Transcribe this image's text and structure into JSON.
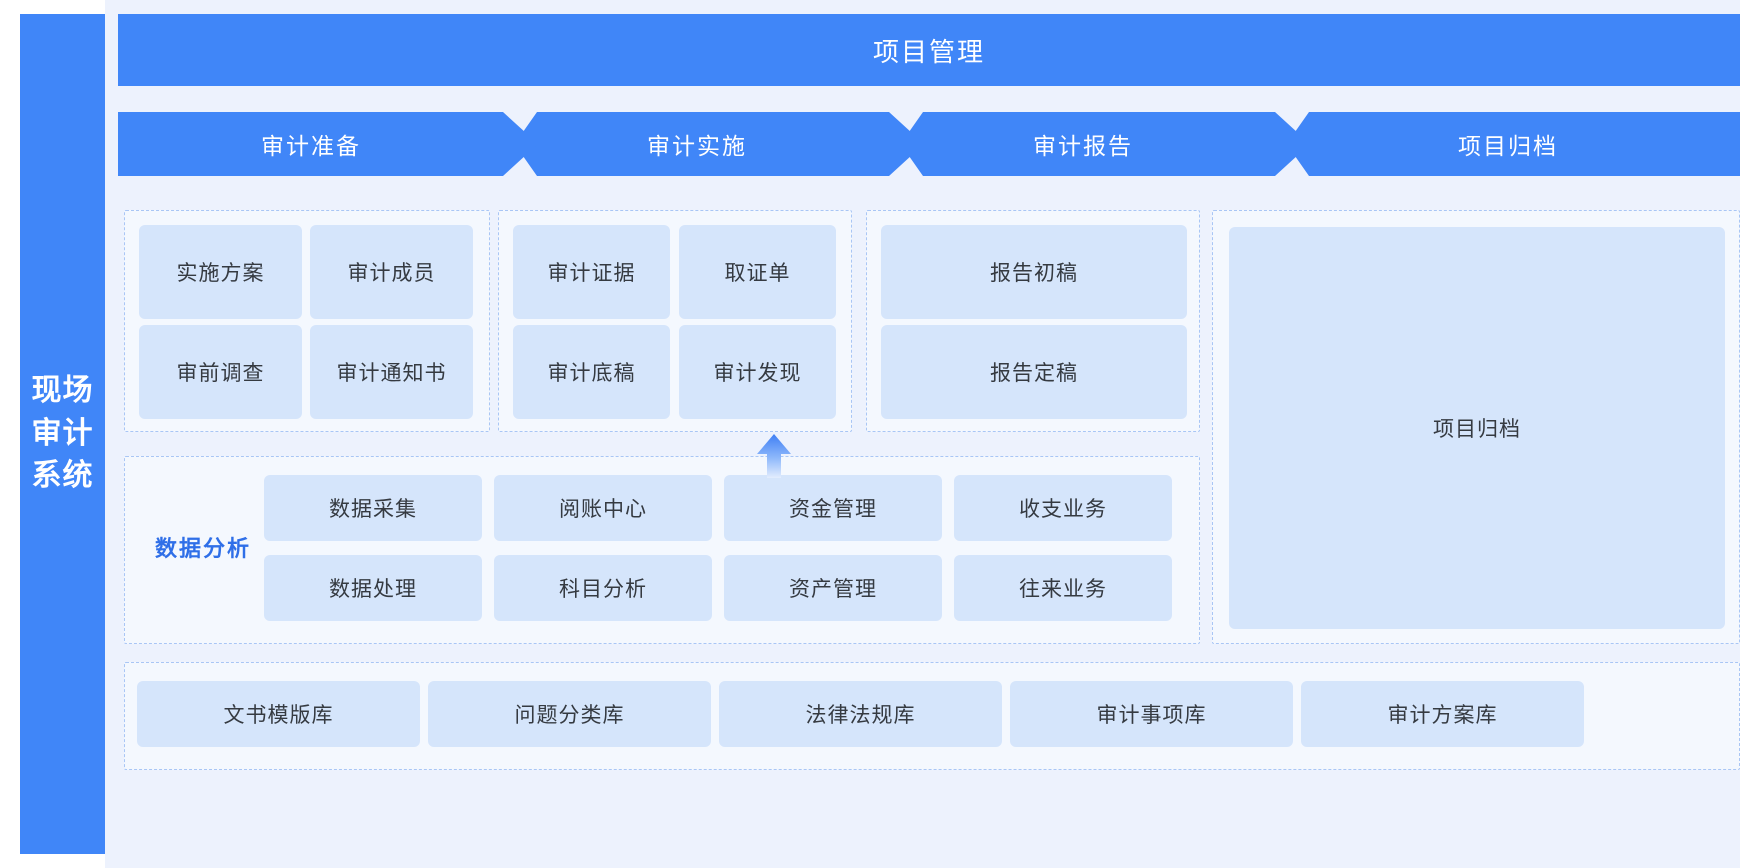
{
  "sidebar": {
    "title": "现场\n审计\n系统"
  },
  "header": {
    "title": "项目管理"
  },
  "stages": [
    {
      "label": "审计准备"
    },
    {
      "label": "审计实施"
    },
    {
      "label": "审计报告"
    },
    {
      "label": "项目归档"
    }
  ],
  "panels": {
    "prep": {
      "cards": [
        "实施方案",
        "审计成员",
        "审前调查",
        "审计通知书"
      ]
    },
    "impl": {
      "cards": [
        "审计证据",
        "取证单",
        "审计底稿",
        "审计发现"
      ]
    },
    "report": {
      "cards": [
        "报告初稿",
        "报告定稿"
      ]
    },
    "archive": {
      "card": "项目归档"
    },
    "data": {
      "label": "数据分析",
      "row1": [
        "数据采集",
        "阅账中心",
        "资金管理",
        "收支业务"
      ],
      "row2": [
        "数据处理",
        "科目分析",
        "资产管理",
        "往来业务"
      ]
    },
    "library": {
      "cards": [
        "文书模版库",
        "问题分类库",
        "法律法规库",
        "审计事项库",
        "审计方案库"
      ]
    }
  },
  "icons": {
    "flow_arrow": "up-arrow-icon"
  },
  "colors": {
    "brand_blue": "#4086f8",
    "canvas_bg": "#edf2fd",
    "card_bg": "#d5e5fb",
    "panel_bg": "#f4f8fe",
    "dashed_border": "#a9c6f5",
    "accent_text": "#2f6fe8",
    "card_text": "#353a41"
  }
}
